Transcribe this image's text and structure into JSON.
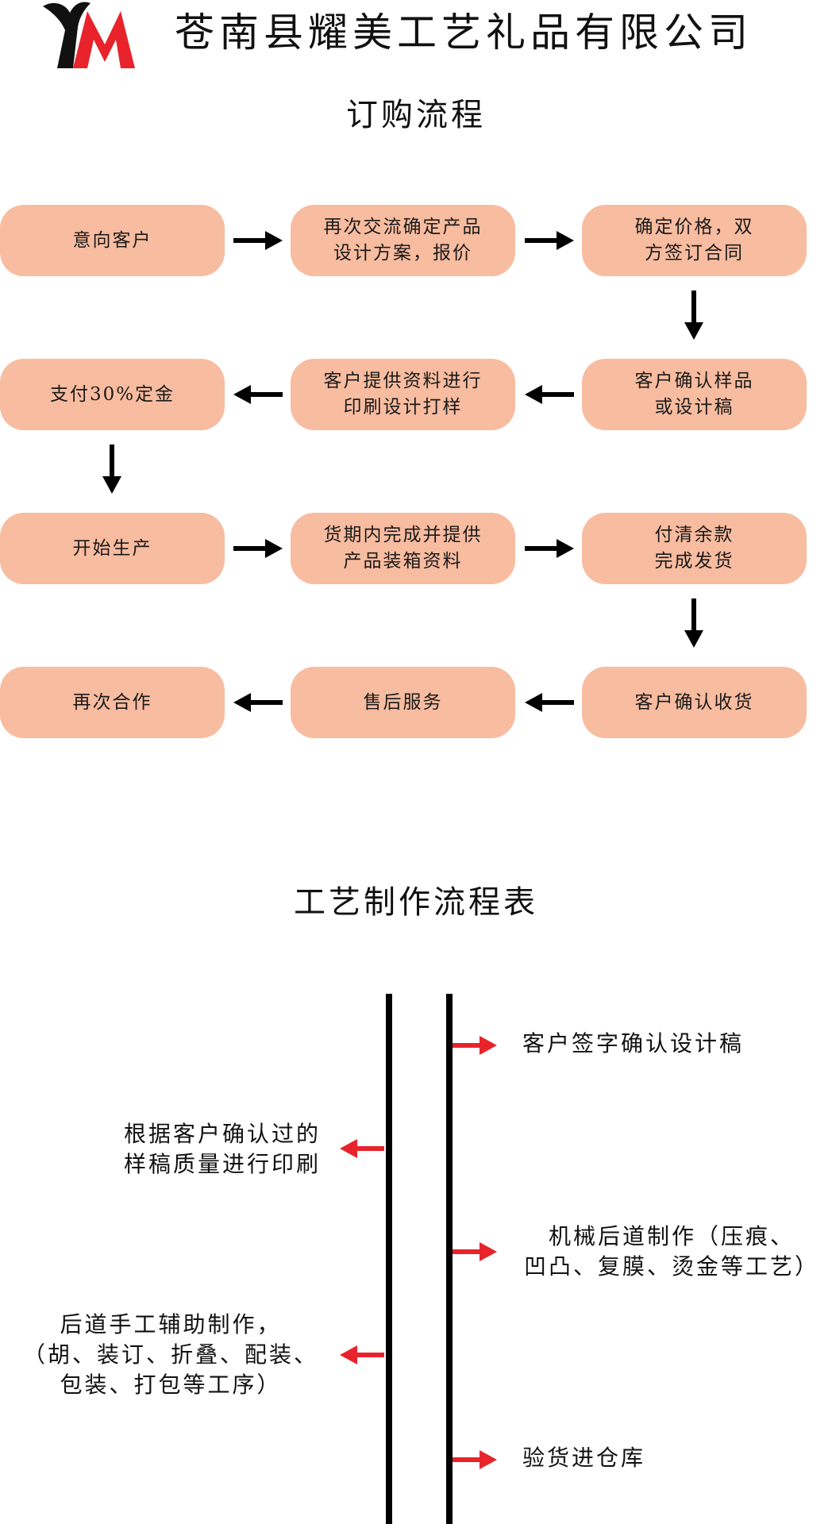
{
  "header": {
    "company_name": "苍南县耀美工艺礼品有限公司",
    "logo_letters": "YM",
    "logo_colors": {
      "black": "#111111",
      "red": "#e8232b"
    }
  },
  "order_flow": {
    "title": "订购流程",
    "box_color": "#f8bca0",
    "steps": [
      {
        "label": "意向客户"
      },
      {
        "label": "再次交流确定产品\n设计方案，报价"
      },
      {
        "label": "确定价格，双\n方签订合同"
      },
      {
        "label": "客户确认样品\n或设计稿"
      },
      {
        "label": "客户提供资料进行\n印刷设计打样"
      },
      {
        "label": "支付30%定金"
      },
      {
        "label": "开始生产"
      },
      {
        "label": "货期内完成并提供\n产品装箱资料"
      },
      {
        "label": "付清余款\n完成发货"
      },
      {
        "label": "客户确认收货"
      },
      {
        "label": "售后服务"
      },
      {
        "label": "再次合作"
      }
    ]
  },
  "process_flow": {
    "title": "工艺制作流程表",
    "arrow_color": "#e8232b",
    "right_items": [
      {
        "text": "客户签字确认设计稿"
      },
      {
        "text": "机械后道制作（压痕、\n凹凸、复膜、烫金等工艺）"
      },
      {
        "text": "验货进仓库"
      }
    ],
    "left_items": [
      {
        "text": "根据客户确认过的\n样稿质量进行印刷"
      },
      {
        "text": "后道手工辅助制作，\n（胡、装订、折叠、配装、\n包装、打包等工序）"
      }
    ]
  }
}
